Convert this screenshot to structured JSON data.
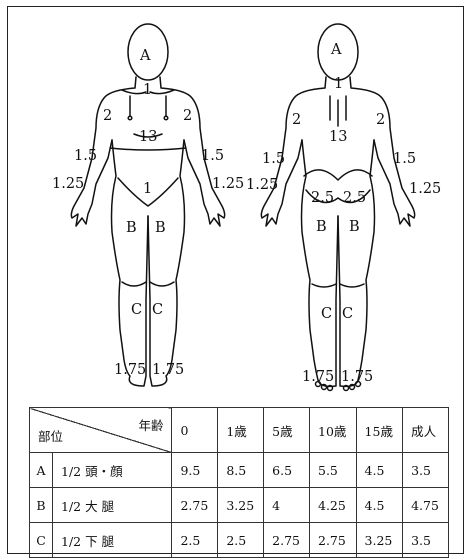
{
  "labels": {
    "front": {
      "head": "A",
      "neck": "1",
      "upper_arm_left": "2",
      "upper_arm_right": "2",
      "trunk": "13",
      "forearm_left": "1.5",
      "forearm_right": "1.5",
      "hand_left": "1.25",
      "hand_right": "1.25",
      "genitals": "1",
      "thigh_left": "B",
      "thigh_right": "B",
      "leg_left": "C",
      "leg_right": "C",
      "foot_left": "1.75",
      "foot_right": "1.75"
    },
    "back": {
      "head": "A",
      "neck": "1",
      "upper_arm_left": "2",
      "upper_arm_right": "2",
      "trunk": "13",
      "forearm_left": "1.5",
      "forearm_right": "1.5",
      "hand_left": "1.25",
      "hand_right": "1.25",
      "buttock_left": "2.5",
      "buttock_right": "2.5",
      "thigh_left": "B",
      "thigh_right": "B",
      "leg_left": "C",
      "leg_right": "C",
      "foot_left": "1.75",
      "foot_right": "1.75"
    }
  },
  "table": {
    "corner_top": "年齢",
    "corner_bottom": "部位",
    "ages": [
      "0",
      "1歳",
      "5歳",
      "10歳",
      "15歳",
      "成人"
    ],
    "rows": [
      {
        "code": "A",
        "part": "1/2 頭・顔",
        "values": [
          "9.5",
          "8.5",
          "6.5",
          "5.5",
          "4.5",
          "3.5"
        ]
      },
      {
        "code": "B",
        "part": "1/2 大 腿",
        "values": [
          "2.75",
          "3.25",
          "4",
          "4.25",
          "4.5",
          "4.75"
        ]
      },
      {
        "code": "C",
        "part": "1/2 下 腿",
        "values": [
          "2.5",
          "2.5",
          "2.75",
          "2.75",
          "3.25",
          "3.5"
        ]
      }
    ]
  }
}
